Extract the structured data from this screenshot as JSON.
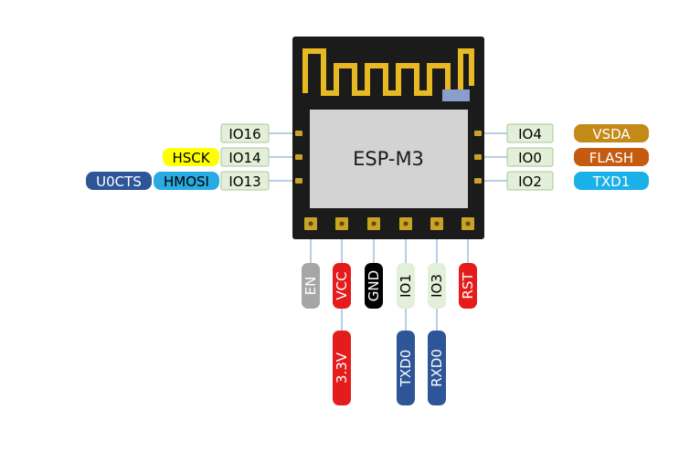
{
  "module": {
    "name": "ESP-M3",
    "colors": {
      "board": "#1b1b1b",
      "shield": "#d3d3d3",
      "antenna": "#e8b923",
      "marker": "#8b9ec9",
      "pad": "#c9a227"
    }
  },
  "left_pins": [
    {
      "pin": "IO16",
      "func": []
    },
    {
      "pin": "IO14",
      "func": [
        {
          "label": "HSCK",
          "bg": "#ffff00",
          "fg": "#000000"
        }
      ]
    },
    {
      "pin": "IO13",
      "func": [
        {
          "label": "HMOSI",
          "bg": "#29abe2",
          "fg": "#000000"
        },
        {
          "label": "U0CTS",
          "bg": "#2e5597",
          "fg": "#ffffff"
        }
      ]
    }
  ],
  "right_pins": [
    {
      "pin": "IO4",
      "func": [
        {
          "label": "VSDA",
          "bg": "#c48a17",
          "fg": "#ffffff"
        }
      ]
    },
    {
      "pin": "IO0",
      "func": [
        {
          "label": "FLASH",
          "bg": "#c55a11",
          "fg": "#ffffff"
        }
      ]
    },
    {
      "pin": "IO2",
      "func": [
        {
          "label": "TXD1",
          "bg": "#1ab0e8",
          "fg": "#ffffff"
        }
      ]
    }
  ],
  "bottom_pins": [
    {
      "pin": "EN",
      "bg": "#a6a6a6",
      "fg": "#ffffff",
      "func": []
    },
    {
      "pin": "VCC",
      "bg": "#e41c1c",
      "fg": "#ffffff",
      "func": [
        {
          "label": "3.3V",
          "bg": "#e41c1c",
          "fg": "#ffffff"
        }
      ]
    },
    {
      "pin": "GND",
      "bg": "#000000",
      "fg": "#ffffff",
      "func": []
    },
    {
      "pin": "IO1",
      "bg": "#e2efd9",
      "fg": "#000000",
      "func": [
        {
          "label": "TXD0",
          "bg": "#2e5597",
          "fg": "#ffffff"
        }
      ]
    },
    {
      "pin": "IO3",
      "bg": "#e2efd9",
      "fg": "#000000",
      "func": [
        {
          "label": "RXD0",
          "bg": "#2e5597",
          "fg": "#ffffff"
        }
      ]
    },
    {
      "pin": "RST",
      "bg": "#e41c1c",
      "fg": "#ffffff",
      "func": []
    }
  ],
  "pin_label_style": {
    "bg": "#e2efd9",
    "border": "#a9c79a",
    "fg": "#000000",
    "line": "#9dbfdd"
  }
}
